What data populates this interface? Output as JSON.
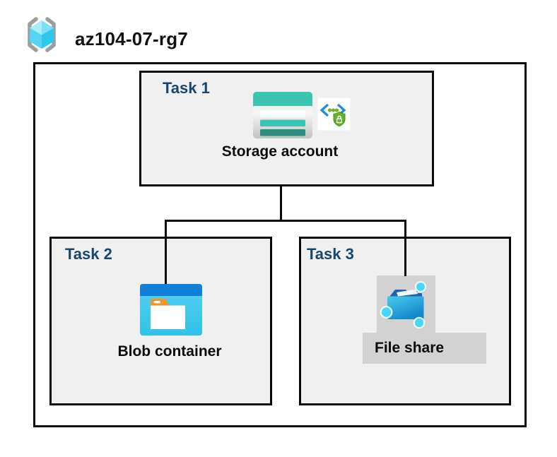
{
  "header": {
    "title": "az104-07-rg7",
    "icon": "azure-resource-group-icon"
  },
  "diagram": {
    "tasks": [
      {
        "label": "Task 1",
        "node": {
          "name": "Storage account",
          "icons": [
            "storage-account-icon",
            "secure-endpoint-icon"
          ]
        }
      },
      {
        "label": "Task 2",
        "node": {
          "name": "Blob container",
          "icons": [
            "blob-container-icon"
          ]
        }
      },
      {
        "label": "Task 3",
        "node": {
          "name": "File share",
          "icons": [
            "file-share-icon"
          ],
          "highlighted": true
        }
      }
    ],
    "connections": [
      {
        "from": "Storage account",
        "to": "Blob container"
      },
      {
        "from": "Storage account",
        "to": "File share"
      }
    ],
    "colors": {
      "task_label": "#17466f",
      "box_fill": "#f0f0f0",
      "highlight_fill": "#d2d2d2",
      "line": "#0a0a0a",
      "storage_teal": "#3bc4b0",
      "storage_teal_dark": "#2b8e80",
      "azure_blue": "#0f7fdb",
      "cyan": "#31c5e8",
      "folder_tab_orange": "#f7941e",
      "shield_green": "#62b32a",
      "chevron_blue": "#2289d8",
      "cube_blue": "#7ddff7",
      "bracket_gray": "#9d9d9d"
    }
  }
}
